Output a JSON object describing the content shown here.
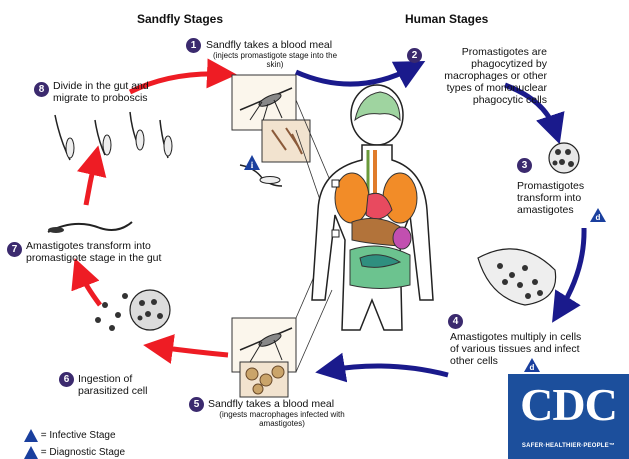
{
  "headers": {
    "sandfly": "Sandfly Stages",
    "human": "Human Stages"
  },
  "steps": [
    {
      "num": "1",
      "text": "Sandfly takes a blood meal",
      "sub": "(injects promastigote stage into the skin)"
    },
    {
      "num": "2",
      "text": "Promastigotes are phagocytized by macrophages or other types of mononuclear phagocytic cells"
    },
    {
      "num": "3",
      "text": "Promastigotes transform into amastigotes"
    },
    {
      "num": "4",
      "text": "Amastigotes multiply in cells of various tissues and infect other cells"
    },
    {
      "num": "5",
      "text": "Sandfly takes a blood meal",
      "sub": "(ingests macrophages infected with amastigotes)"
    },
    {
      "num": "6",
      "text": "Ingestion of parasitized cell"
    },
    {
      "num": "7",
      "text": "Amastigotes transform into promastigote stage in the gut"
    },
    {
      "num": "8",
      "text": "Divide in the gut and migrate to proboscis"
    }
  ],
  "stage_markers": {
    "infective": "i",
    "diagnostic": "d"
  },
  "legend": {
    "infective": "= Infective Stage",
    "diagnostic": "= Diagnostic Stage"
  },
  "logo": {
    "text": "CDC",
    "tagline": "SAFER·HEALTHIER·PEOPLE™"
  },
  "colors": {
    "sandfly_arrow": "#ee1c24",
    "human_arrow": "#1a1a8c",
    "badge": "#3b2a6e",
    "marker": "#1a3f9e",
    "logo_bg": "#1c4f9c"
  }
}
